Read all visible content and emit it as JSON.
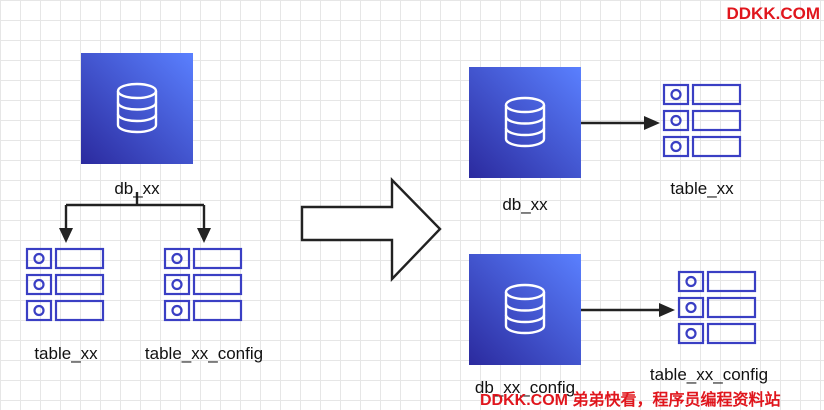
{
  "watermark": {
    "top": "DDKK.COM",
    "bottom": "DDKK.COM 弟弟快看，程序员编程资料站"
  },
  "left_diagram": {
    "database": "db_xx",
    "tables": [
      "table_xx",
      "table_xx_config"
    ]
  },
  "right_diagram": {
    "pairs": [
      {
        "database": "db_xx",
        "table": "table_xx"
      },
      {
        "database": "db_xx_config",
        "table": "table_xx_config"
      }
    ]
  },
  "colors": {
    "db_gradient_top": "#4d72f3",
    "db_gradient_bottom": "#2e2fa6",
    "table_icon": "#3a3fc4",
    "arrow": "#222222",
    "watermark": "#e0161d"
  },
  "icons": {
    "database": "database-icon",
    "table": "table-icon",
    "transition": "big-right-arrow-icon"
  }
}
